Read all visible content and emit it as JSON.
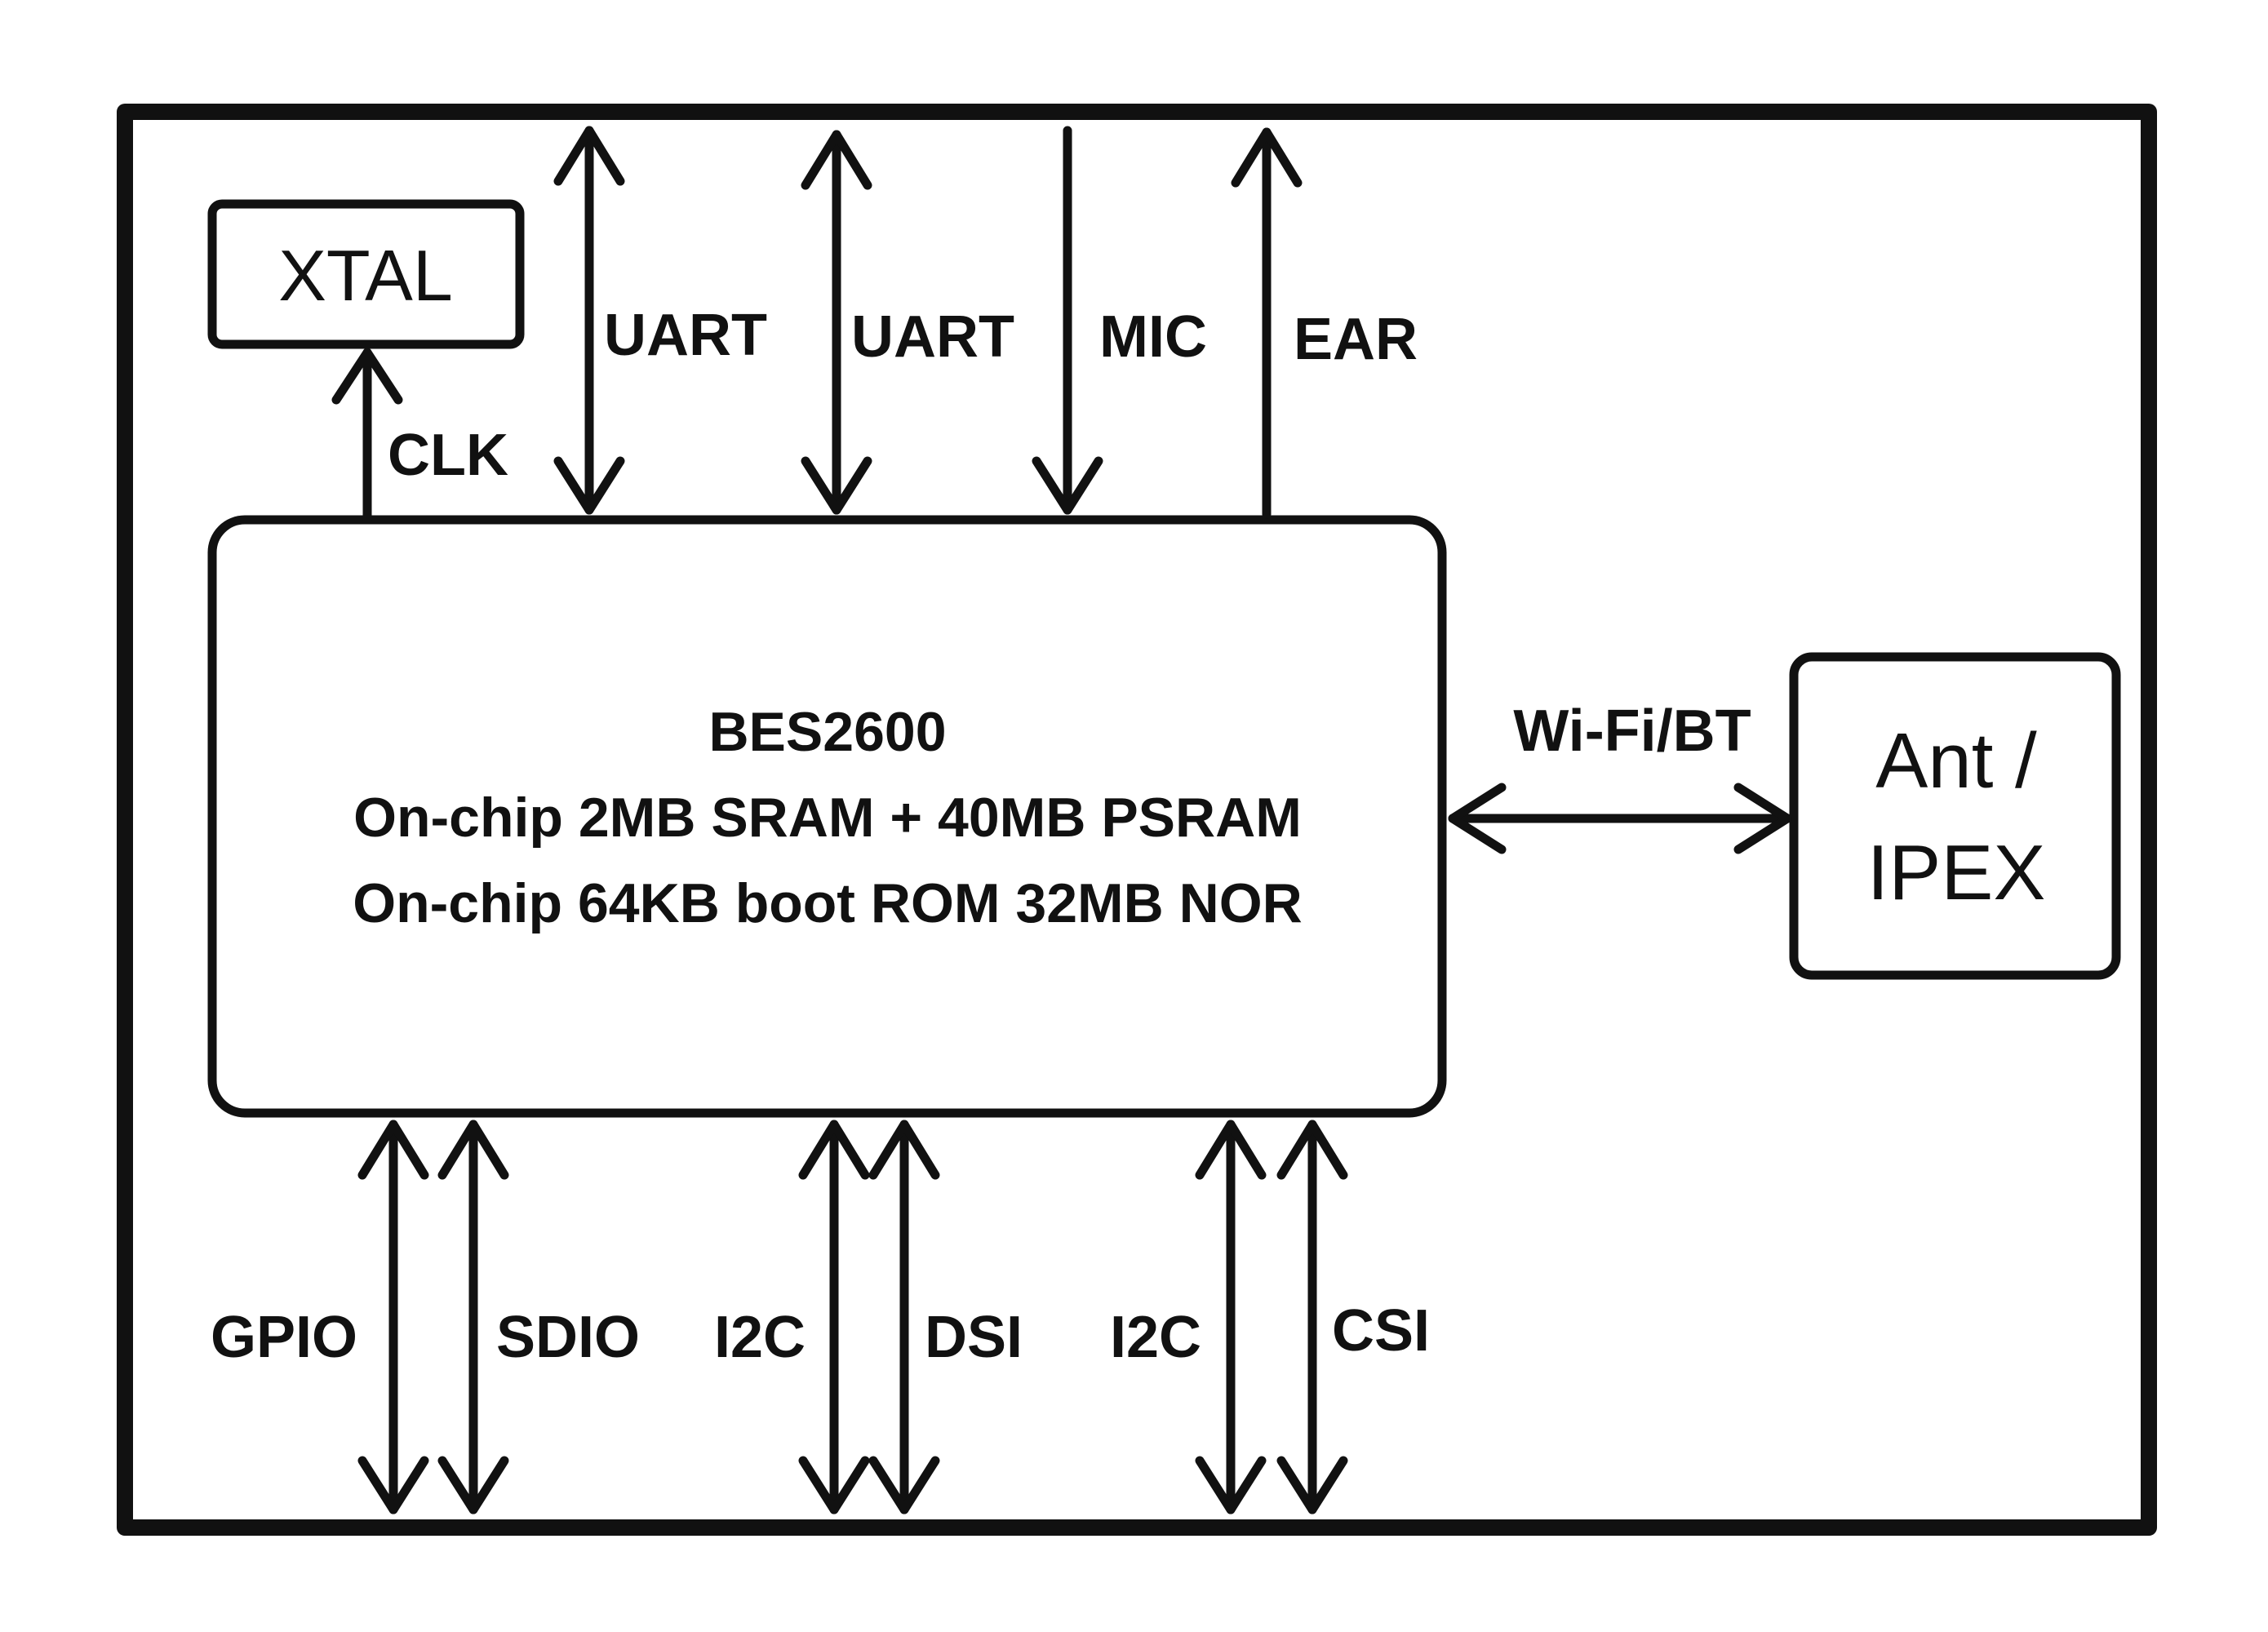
{
  "colors": {
    "ink": "#111111",
    "background": "#ffffff"
  },
  "blocks": {
    "xtal": "XTAL",
    "chip_name": "BES2600",
    "chip_memory": "On-chip 2MB SRAM + 40MB PSRAM",
    "chip_storage": "On-chip 64KB boot ROM 32MB NOR",
    "antenna_line1": "Ant /",
    "antenna_line2": "IPEX"
  },
  "top_signals": {
    "clk": "CLK",
    "uart1": "UART",
    "uart2": "UART",
    "mic": "MIC",
    "ear": "EAR"
  },
  "side_signals": {
    "wifi_bt": "Wi-Fi/BT"
  },
  "bottom_signals": {
    "gpio": "GPIO",
    "sdio": "SDIO",
    "i2c1": "I2C",
    "dsi": "DSI",
    "i2c2": "I2C",
    "csi": "CSI"
  }
}
